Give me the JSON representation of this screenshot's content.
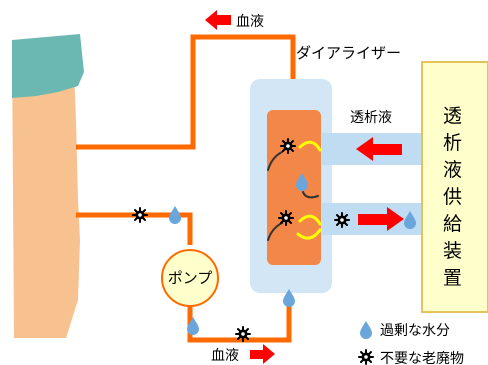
{
  "labels": {
    "blood_top": "血液",
    "blood_bottom": "血液",
    "dialyzer": "ダイアライザー",
    "dialysate": "透析液",
    "pump": "ポンプ",
    "supply_device": [
      "透",
      "析",
      "液",
      "供",
      "給",
      "装",
      "置"
    ]
  },
  "legend": {
    "water": "過剰な水分",
    "waste": "不要な老廃物"
  },
  "colors": {
    "blood_line": "#ff6a00",
    "arm_skin": "#f7c28f",
    "shirt": "#6bb8b3",
    "dialyzer_case": "#d3e6f6",
    "dialyzer_core": "#f28748",
    "dialysate_flow": "#bfdcf2",
    "supply_box_fill": "#ffffcc",
    "supply_box_border": "#e6c25a",
    "pump_fill": "#ffffcc",
    "red_arrow": "#ff0000",
    "water_drop": "#6aa6dc",
    "yellow_arrow": "#ffff00",
    "waste_icon": "#000000"
  }
}
